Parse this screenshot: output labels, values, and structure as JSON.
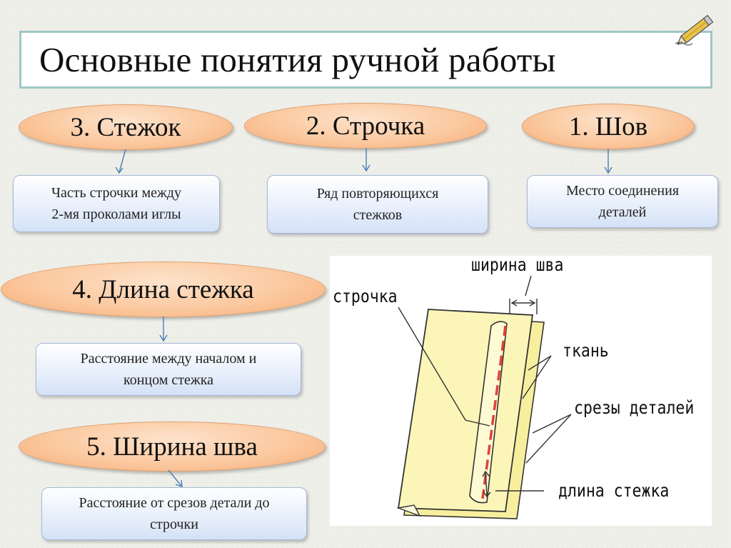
{
  "title": "Основные понятия ручной работы",
  "concepts": [
    {
      "heading": "3. Стежок",
      "definition_lines": [
        "Часть строчки между",
        "2-мя проколами иглы"
      ]
    },
    {
      "heading": "2. Строчка",
      "definition_lines": [
        "Ряд повторяющихся",
        "стежков"
      ]
    },
    {
      "heading": "1. Шов",
      "definition_lines": [
        "Место  соединения",
        "деталей"
      ]
    },
    {
      "heading": "4. Длина стежка",
      "definition_lines": [
        "Расстояние между началом и",
        "концом стежка"
      ]
    },
    {
      "heading": "5. Ширина шва",
      "definition_lines": [
        "Расстояние от срезов детали до",
        "строчки"
      ]
    }
  ],
  "diagram": {
    "labels": {
      "seam_width": "ширина шва",
      "stitch_line": "строчка",
      "fabric": "ткань",
      "edges": "срезы деталей",
      "stitch_length": "длина стежка"
    }
  },
  "colors": {
    "oval_fill": "#fbc9a0",
    "box_fill": "#e6eefb",
    "title_border": "#9fc7c4",
    "fabric_yellow": "#fbf5b8",
    "stitch_red": "#e0423a"
  },
  "icons": [
    "pencil-icon"
  ]
}
